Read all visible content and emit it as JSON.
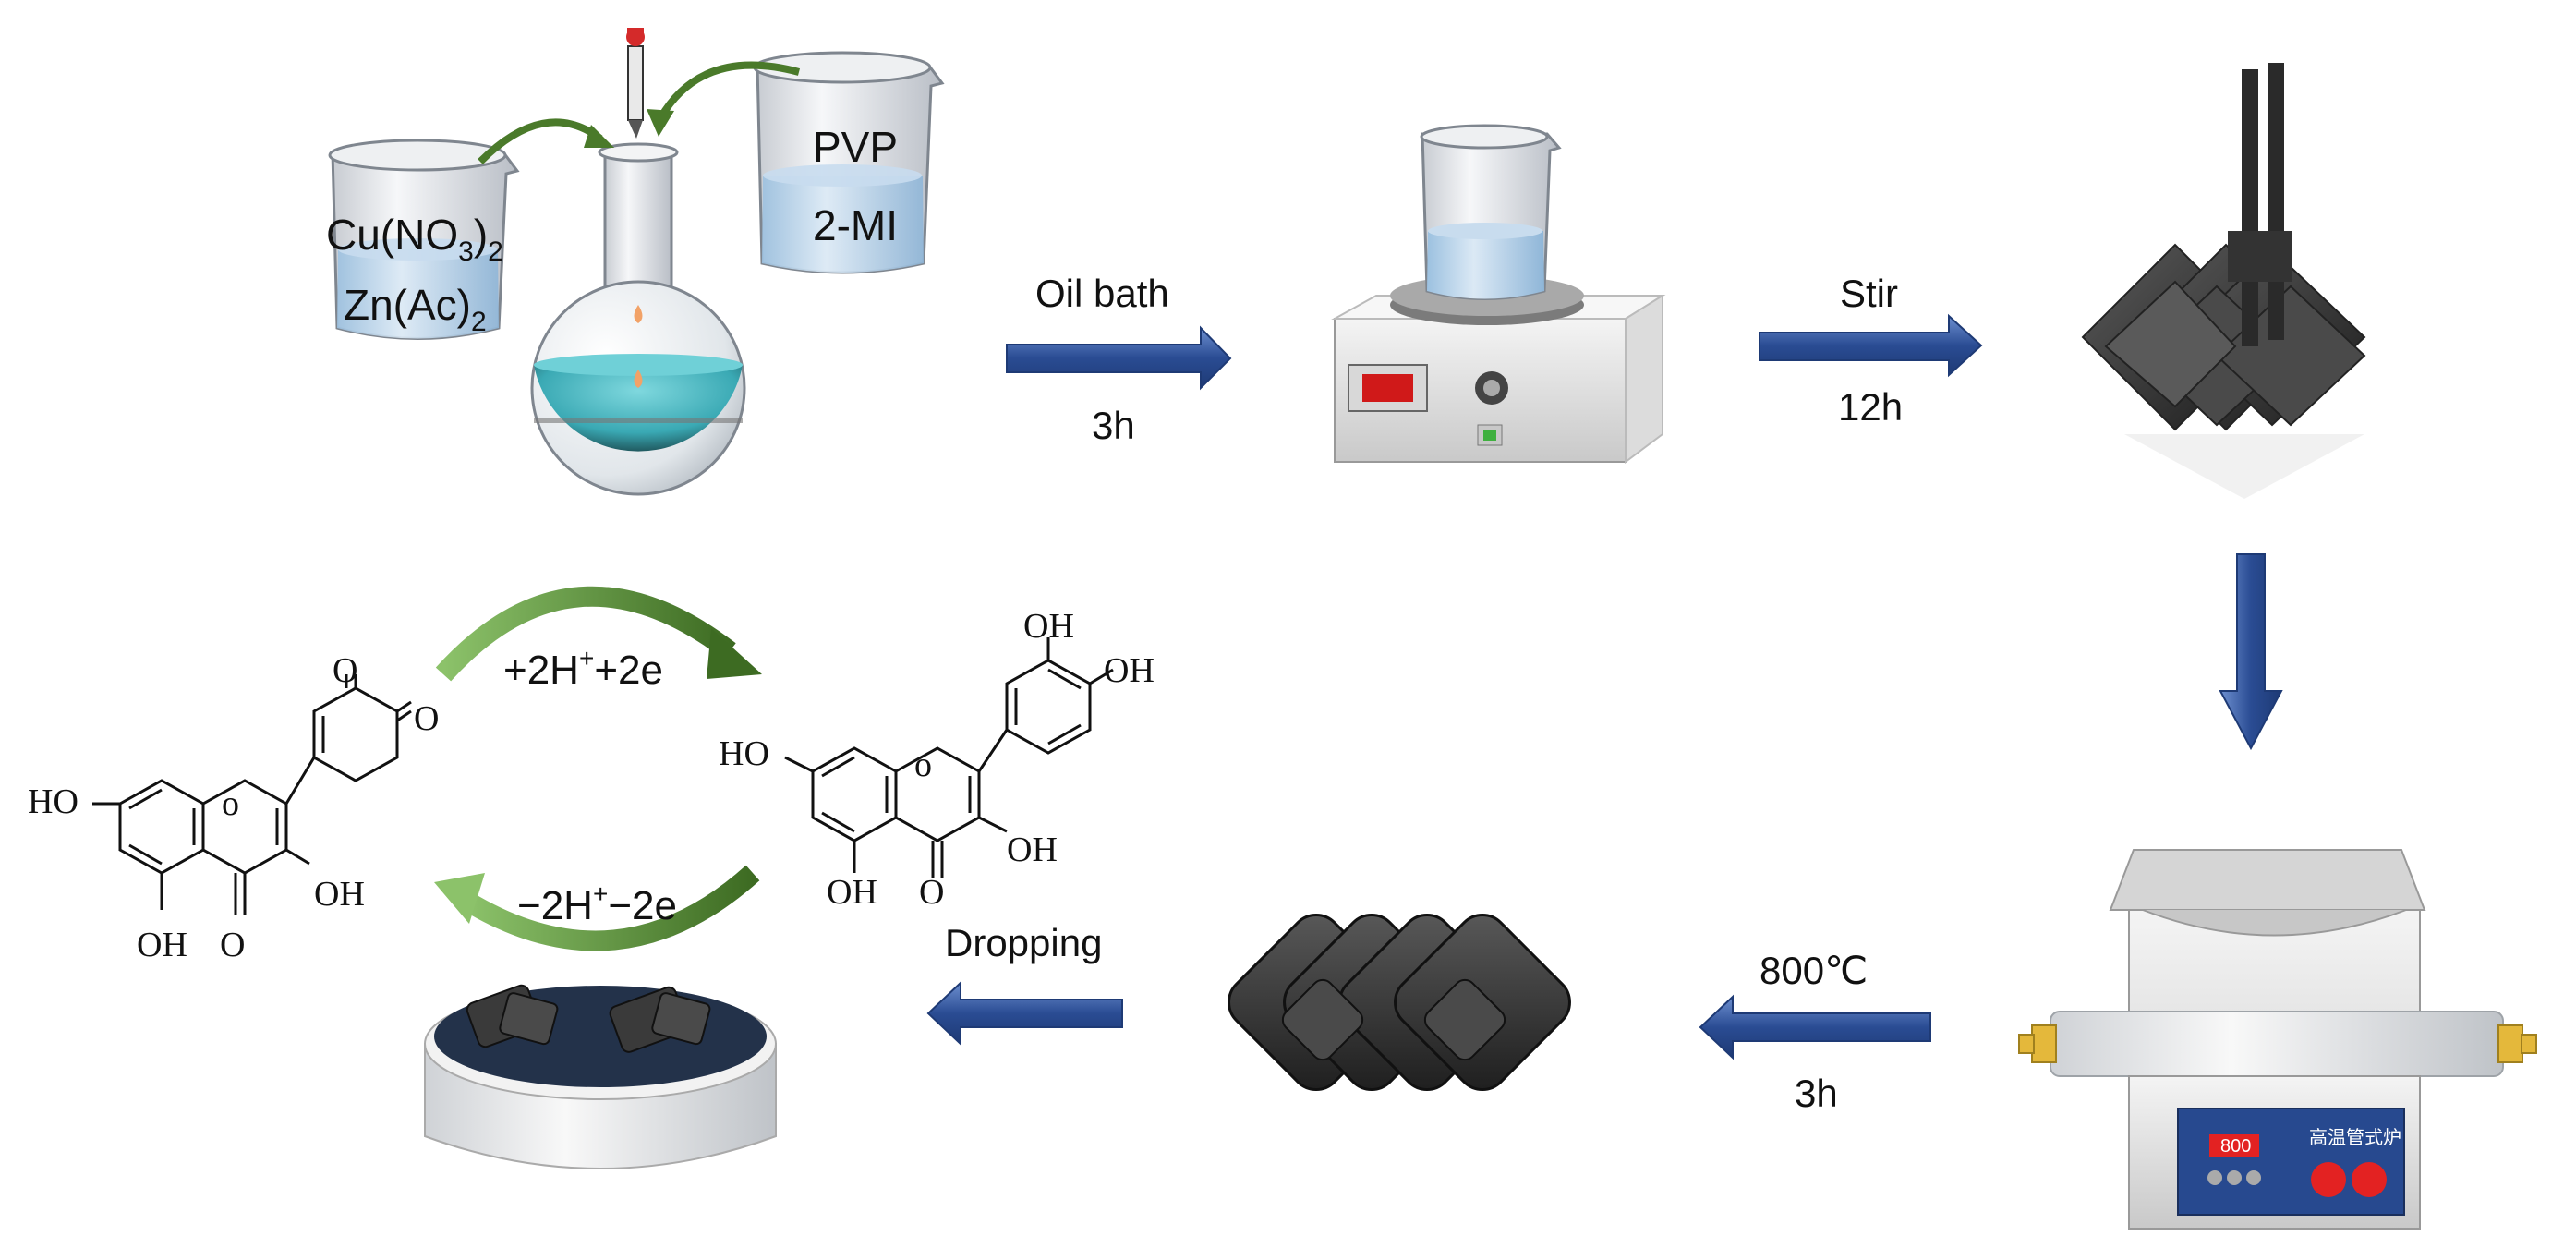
{
  "reagents": {
    "beaker_left": {
      "line1_base": "Cu(NO",
      "line1_sub": "3",
      "line1_tail": ")",
      "line1_tail_sub": "2",
      "line2_base": "Zn(Ac)",
      "line2_sub": "2"
    },
    "beaker_right": {
      "line1": "PVP",
      "line2": "2-MI"
    }
  },
  "steps": {
    "oil_bath": {
      "label": "Oil bath",
      "time": "3h"
    },
    "stir": {
      "label": "Stir",
      "time": "12h"
    },
    "calcination": {
      "label": "800℃",
      "time": "3h"
    },
    "dropping": {
      "label": "Dropping"
    }
  },
  "furnace": {
    "display": "800",
    "chinese_label": "高温管式炉"
  },
  "redox": {
    "forward_base": "+2H",
    "forward_sup": "+",
    "forward_tail": "+2e",
    "reverse_base": "−2H",
    "reverse_sup": "+",
    "reverse_tail": "−2e"
  },
  "quinone": {
    "o1": "O",
    "o2": "O",
    "ho7": "HO",
    "oh3": "OH",
    "oh5": "OH",
    "o4": "O",
    "ring_o": "o"
  },
  "quercetin": {
    "oh3p": "OH",
    "oh4p": "OH",
    "ho7": "HO",
    "oh3": "OH",
    "oh5": "OH",
    "o4": "O",
    "ring_o": "o"
  },
  "colors": {
    "arrow": "#2f4f8f",
    "green_arrow": "#4a7a2a",
    "cyan_liquid": "#49b9c4",
    "dark_material": "#333333"
  }
}
